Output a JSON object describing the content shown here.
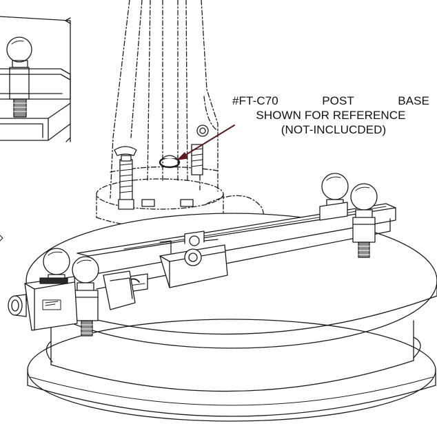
{
  "callout": {
    "part_number": "#FT-C70",
    "word_post": "POST",
    "word_base": "BASE",
    "line2": "SHOWN FOR REFERENCE",
    "line3": "(NOT-INCLUCDED)"
  },
  "colors": {
    "line": "#1a1a1a",
    "leader": "#5a1a1a",
    "detail_fill": "#8c8c8c",
    "label_fill": "#2a2a2a"
  }
}
